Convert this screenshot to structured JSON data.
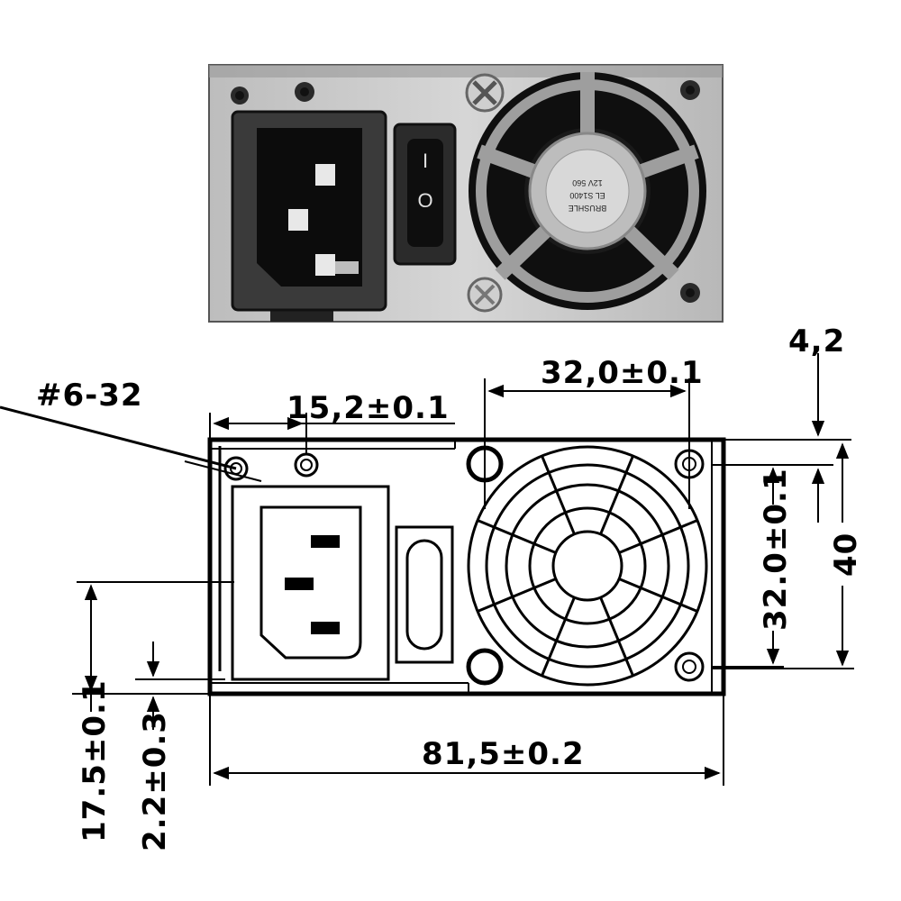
{
  "photo": {
    "switch_top_mark": "I",
    "switch_bottom_mark": "O",
    "fan_label_lines": [
      "BRUSHLE",
      "EL S1400",
      "12V 560"
    ]
  },
  "dimensions": {
    "screw_thread": "#6-32",
    "inlet_offset": "15,2±0.1",
    "fan_hole_spacing_h": "32,0±0.1",
    "top_offset": "4,2",
    "fan_hole_spacing_v": "32.0±0.1",
    "height": "40",
    "width": "81,5±0.2",
    "left_vertical_a": "17.5±0.1",
    "left_vertical_b": "2.2±0.3"
  }
}
